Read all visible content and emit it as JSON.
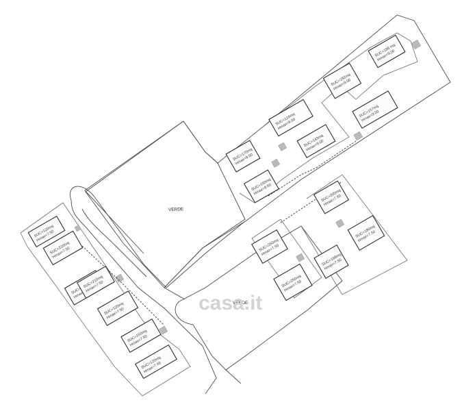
{
  "green_areas": [
    "VERDE",
    "VERDE"
  ],
  "watermark": "casa.it",
  "buildings": [
    {
      "suc": "SUC=186 mq",
      "height": "Hmax=9.00"
    },
    {
      "suc": "SUC=192mq",
      "height": "Hmax=9.00"
    },
    {
      "suc": "SUC=157mq",
      "height": "Hmax=9.00"
    },
    {
      "suc": "SUC=124mq",
      "height": "Hmax=9.00"
    },
    {
      "suc": "SUC=143mq",
      "height": "Hmax=9.00"
    },
    {
      "suc": "SUC=170mq",
      "height": "Hmax=9.50"
    },
    {
      "suc": "SUC=150mq",
      "height": "Hmax=9.50"
    },
    {
      "suc": "SUC=250mq",
      "height": "Hmax=7.50"
    },
    {
      "suc": "SUC=250mq",
      "height": "Hmax=7.50"
    },
    {
      "suc": "SUC=200mq",
      "height": "Hmax=7.50"
    },
    {
      "suc": "SUC=180mq",
      "height": "Hmax=7.50"
    },
    {
      "suc": "SUC=168mq",
      "height": "Hmax=7.50"
    },
    {
      "suc": "SUC=120mq",
      "height": "Hmax=7.50"
    },
    {
      "suc": "SUC=220mq",
      "height": "Hmax=7.50"
    },
    {
      "suc": "SUC=180mq",
      "height": "Hmax=7.50"
    },
    {
      "suc": "SUC=210mq",
      "height": "Hmax=7.50"
    },
    {
      "suc": "SUC=120mq",
      "height": "Hmax=7.50"
    },
    {
      "suc": "SUC=150mq",
      "height": "Hmax=7.50"
    },
    {
      "suc": "SUC=120mq",
      "height": "Hmax=7.50"
    }
  ]
}
